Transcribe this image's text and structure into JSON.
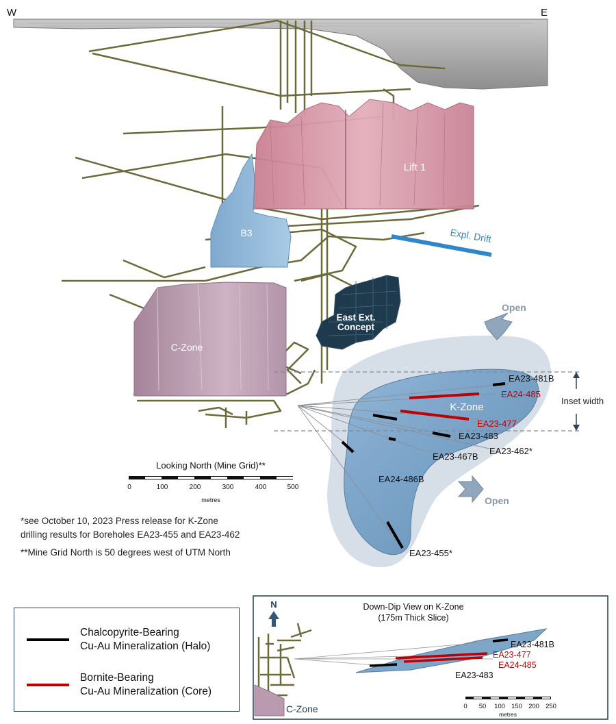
{
  "compass": {
    "west": "W",
    "east": "E"
  },
  "zones": {
    "lift1": "Lift 1",
    "b3": "B3",
    "czone": "C-Zone",
    "kzone": "K-Zone",
    "east_ext_line1": "East Ext.",
    "east_ext_line2": "Concept",
    "expl_drift": "Expl. Drift"
  },
  "open_labels": {
    "top": "Open",
    "bottom": "Open"
  },
  "inset_width_label": "Inset width",
  "boreholes": {
    "ea23_481b": "EA23-481B",
    "ea24_485": "EA24-485",
    "ea23_477": "EA23-477",
    "ea23_483": "EA23-483",
    "ea23_467b": "EA23-467B",
    "ea23_462": "EA23-462*",
    "ea24_486b": "EA24-486B",
    "ea23_455": "EA23-455*"
  },
  "scale_bar": {
    "title": "Looking North (Mine Grid)**",
    "ticks": [
      "0",
      "100",
      "200",
      "300",
      "400",
      "500"
    ],
    "unit": "metres"
  },
  "notes": {
    "line1": "*see October 10, 2023 Press release for K-Zone",
    "line2": "drilling results for Boreholes EA23-455 and EA23-462",
    "line3": "**Mine Grid North is 50 degrees west of UTM North"
  },
  "legend": {
    "chalco_line1": "Chalcopyrite-Bearing",
    "chalco_line2": "Cu-Au Mineralization (Halo)",
    "bornite_line1": "Bornite-Bearing",
    "bornite_line2": "Cu-Au Mineralization (Core)"
  },
  "inset": {
    "title_line1": "Down-Dip View on K-Zone",
    "title_line2": "(175m Thick Slice)",
    "north": "N",
    "czone": "C-Zone",
    "ea23_481b": "EA23-481B",
    "ea23_477": "EA23-477",
    "ea24_485": "EA24-485",
    "ea23_483": "EA23-483",
    "scale_ticks": [
      "0",
      "50",
      "100",
      "150",
      "200",
      "250"
    ],
    "scale_unit": "metres"
  },
  "colors": {
    "halo": "#000000",
    "core": "#c00000",
    "expl_drift": "#2f86c8",
    "drift_lines": "#6b6a3a",
    "lift_pink": "#d79aa8",
    "czone_mauve": "#b99aae",
    "b3_blue": "#8fb8d8",
    "kzone_blue": "#6f9bc0",
    "east_ext": "#1f3a4c",
    "border": "#1f3d5c"
  }
}
